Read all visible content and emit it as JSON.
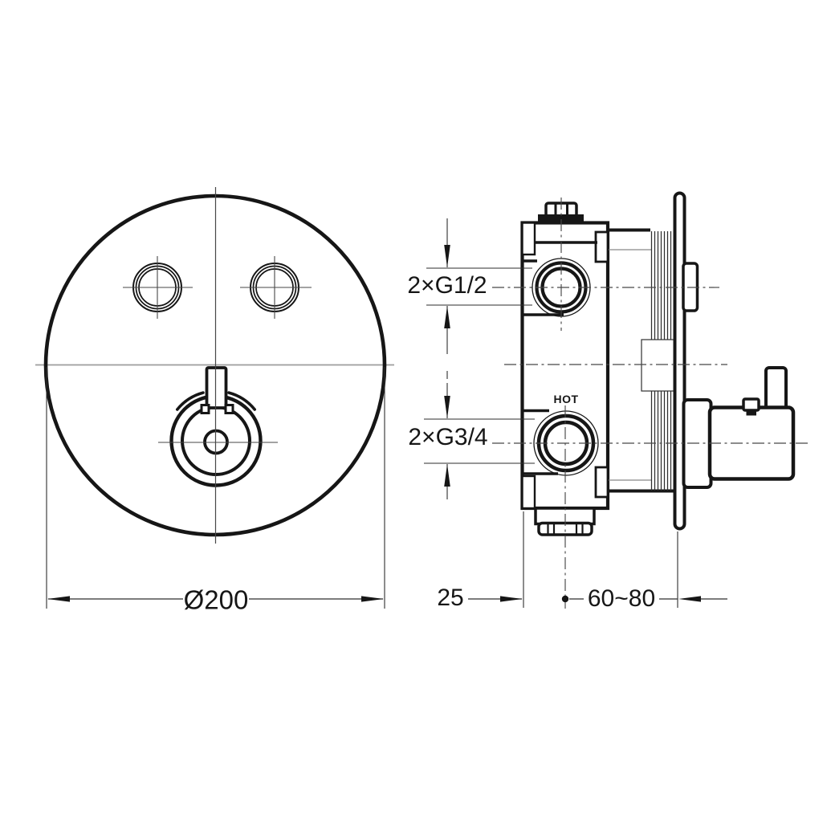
{
  "drawing": {
    "colors": {
      "paper": "#ffffff",
      "ink": "#161616",
      "dim_lines": "#2e2e2e",
      "centerlines": "#474747",
      "soft_gray": "#9c9c9c"
    },
    "labels": {
      "front_diameter": "Ø200",
      "ports_small": "2×G1/2",
      "ports_large": "2×G3/4",
      "hot_port": "HOT",
      "valve_depth": "25",
      "install_range": "60~80"
    }
  }
}
